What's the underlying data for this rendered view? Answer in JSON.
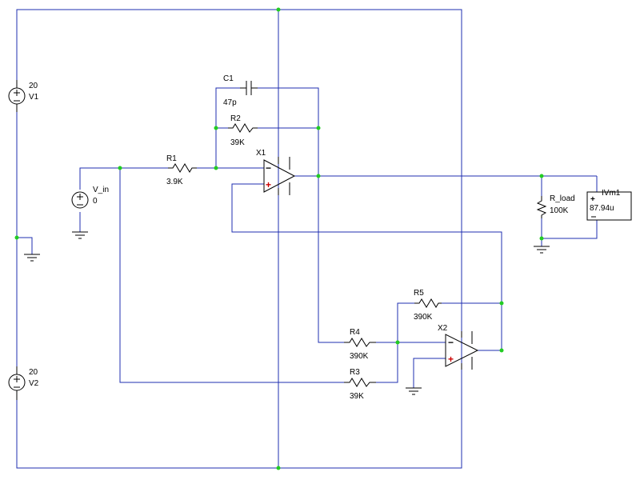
{
  "components": {
    "v1": {
      "name": "V1",
      "value": "20"
    },
    "v2": {
      "name": "V2",
      "value": "20"
    },
    "vin": {
      "name": "V_in",
      "value": "0"
    },
    "c1": {
      "name": "C1",
      "value": "47p"
    },
    "r1": {
      "name": "R1",
      "value": "3.9K"
    },
    "r2": {
      "name": "R2",
      "value": "39K"
    },
    "r3": {
      "name": "R3",
      "value": "39K"
    },
    "r4": {
      "name": "R4",
      "value": "390K"
    },
    "r5": {
      "name": "R5",
      "value": "390K"
    },
    "rload": {
      "name": "R_load",
      "value": "100K"
    },
    "x1": {
      "name": "X1"
    },
    "x2": {
      "name": "X2"
    },
    "meter": {
      "name": "IVm1",
      "reading": "87.94u"
    }
  },
  "opamp_pin_labels": {
    "inverting": "−",
    "noninverting": "+"
  },
  "colors": {
    "wire": "#1f2fb0",
    "junction": "#22cc22",
    "component": "#000000",
    "pin_mark": "#cc0000"
  }
}
